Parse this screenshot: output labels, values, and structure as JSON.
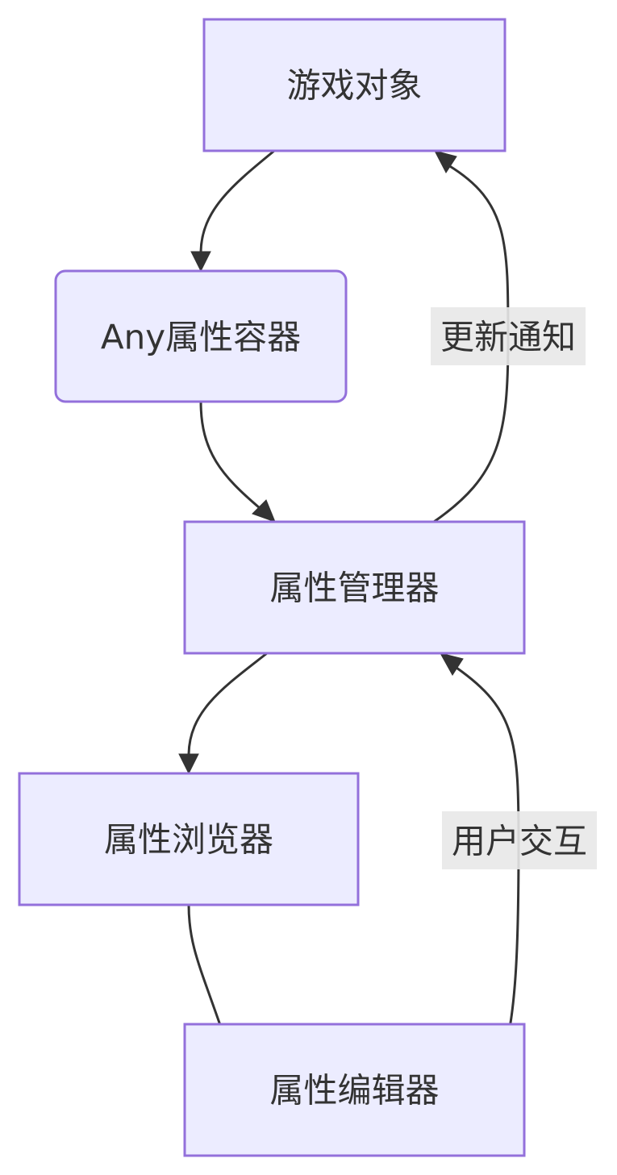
{
  "nodes": {
    "game_object": "游戏对象",
    "any_container": "Any属性容器",
    "property_manager": "属性管理器",
    "property_browser": "属性浏览器",
    "property_editor": "属性编辑器"
  },
  "edges": {
    "update_notify": "更新通知",
    "user_interaction": "用户交互"
  },
  "colors": {
    "node_fill": "#ececff",
    "node_stroke": "#9370db",
    "edge": "#333333",
    "label_bg": "#e8e8e8"
  }
}
